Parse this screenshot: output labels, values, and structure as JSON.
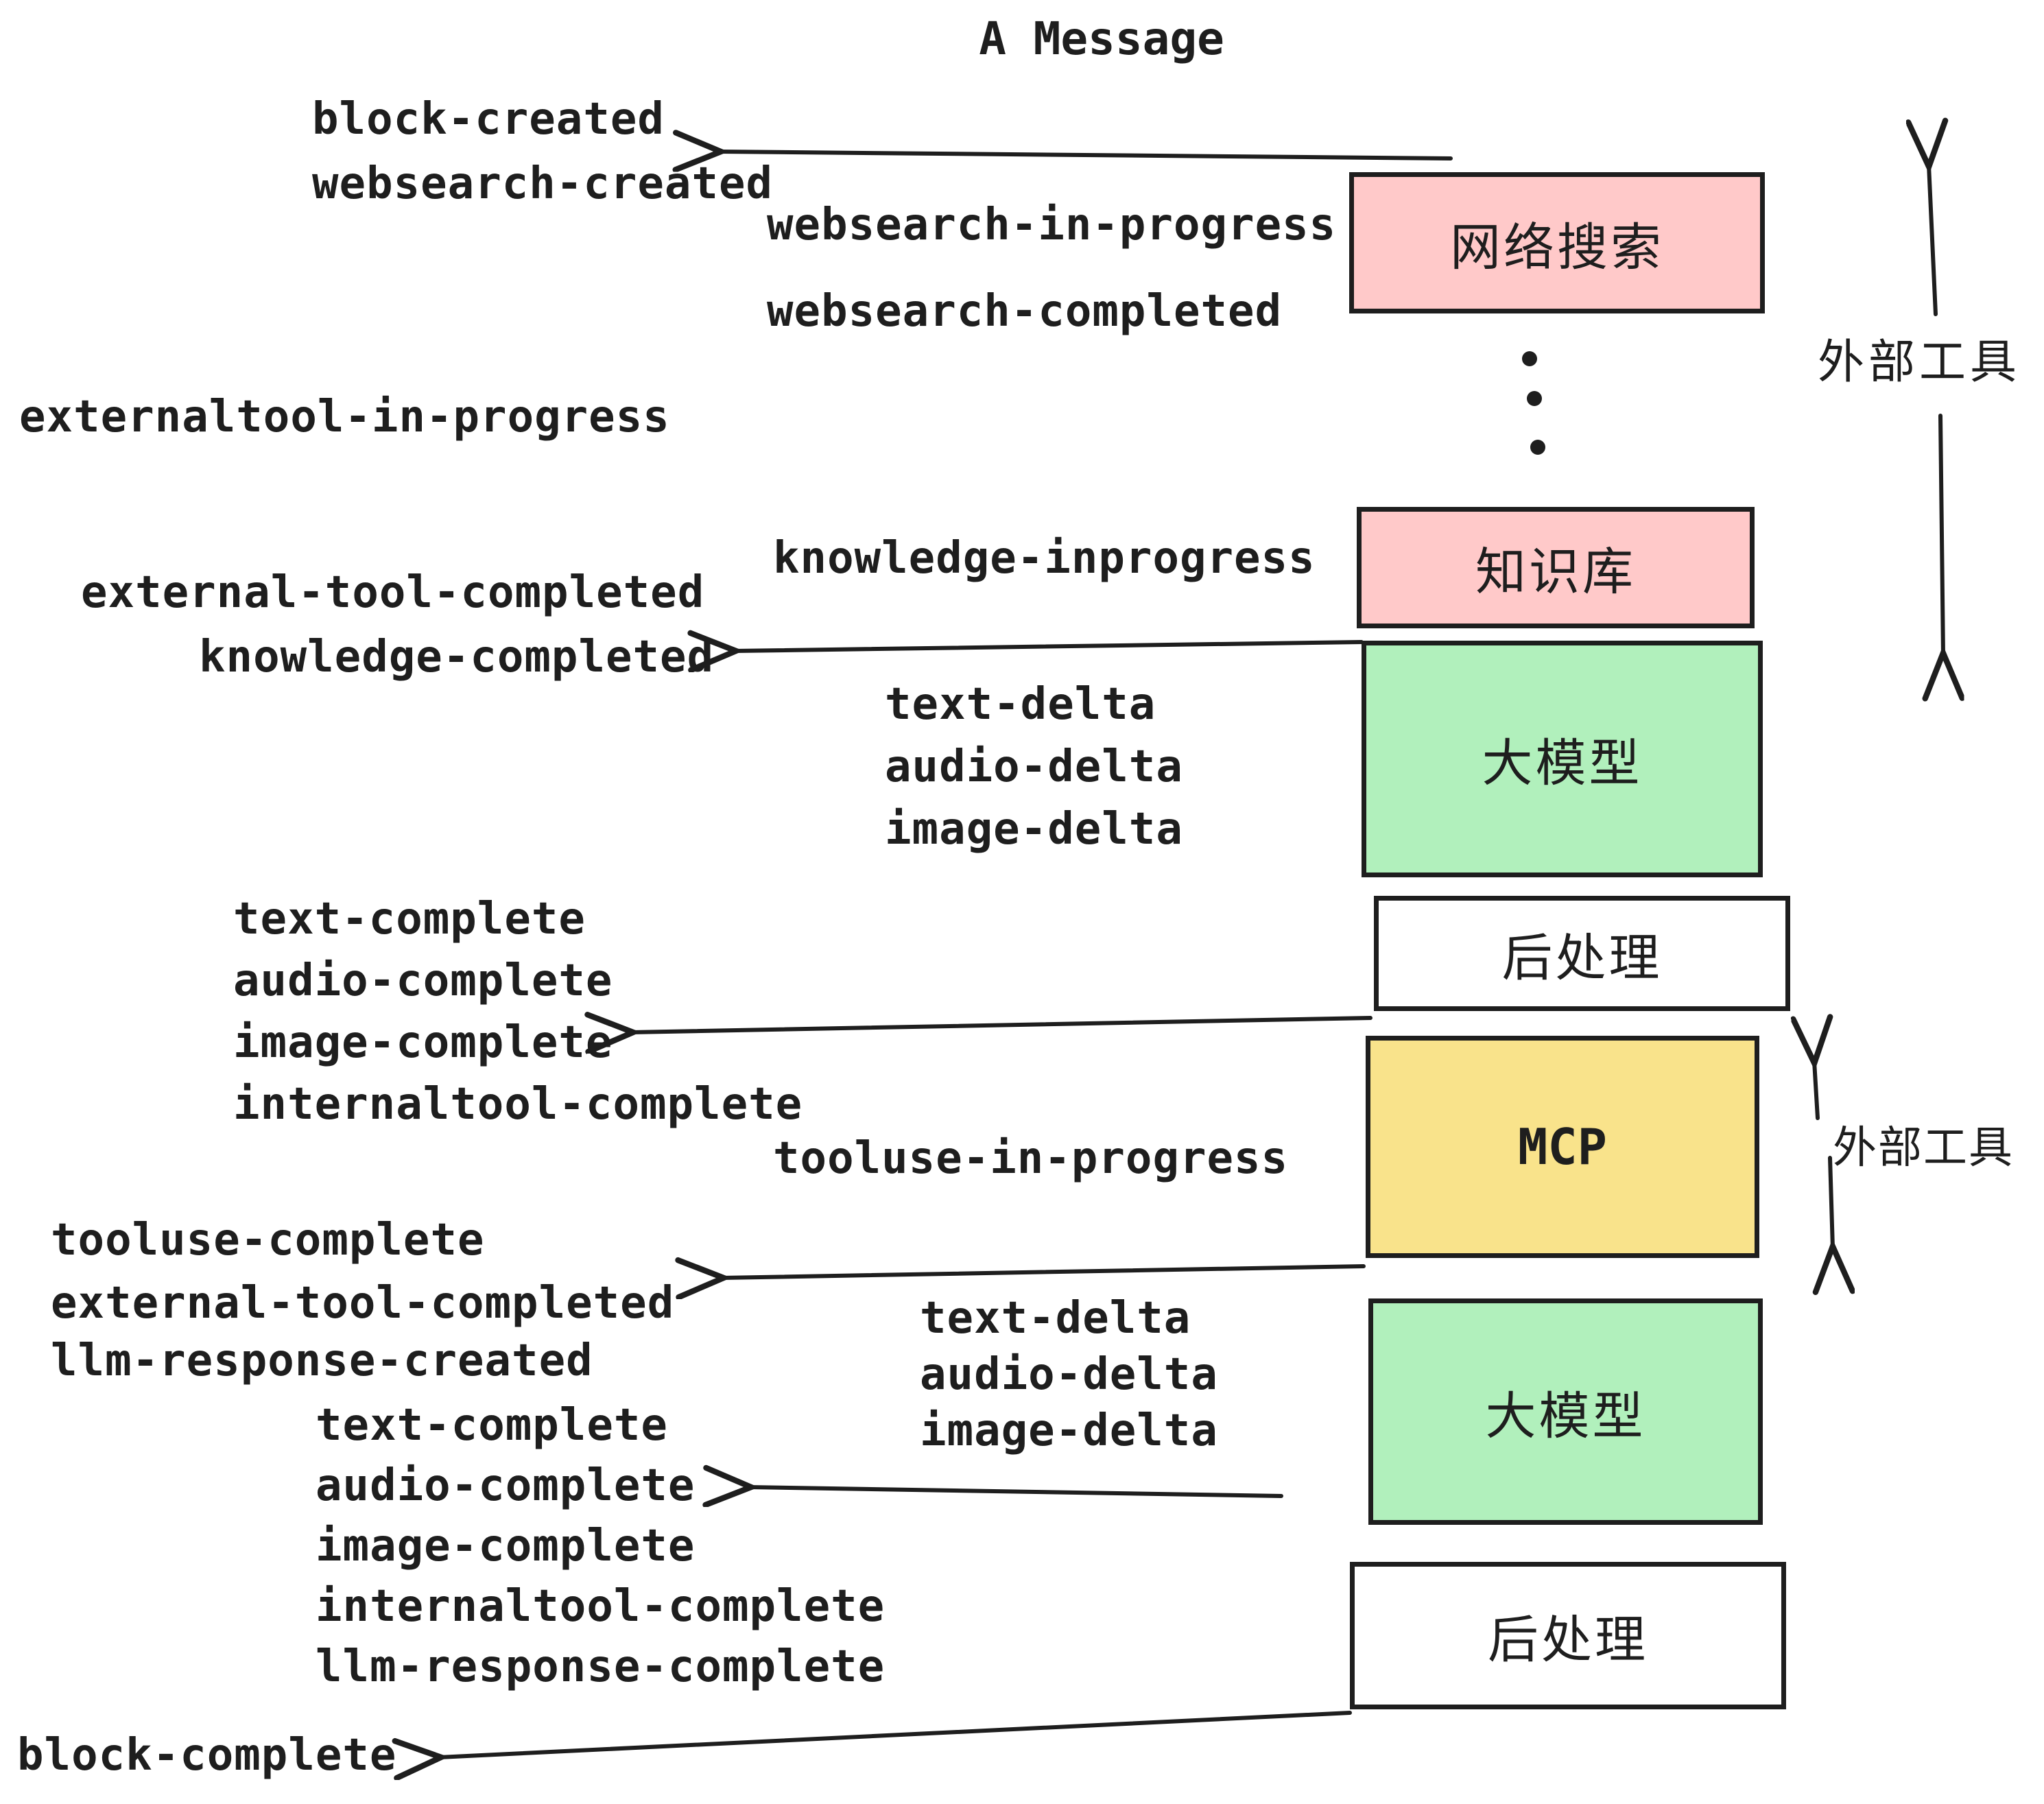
{
  "title": "A Message",
  "colors": {
    "box_pink": "#FFC9C9",
    "box_green": "#B1F0BC",
    "box_yellow": "#F9E38B",
    "box_white": "#FFFFFF",
    "ink": "#1E1E1E"
  },
  "boxes": {
    "websearch": {
      "label": "网络搜索"
    },
    "knowledge": {
      "label": "知识库"
    },
    "llm1": {
      "label": "大模型"
    },
    "post1": {
      "label": "后处理"
    },
    "mcp": {
      "label": "MCP"
    },
    "llm2": {
      "label": "大模型"
    },
    "post2": {
      "label": "后处理"
    }
  },
  "side_labels": {
    "external_tools_1": "外部工具",
    "external_tools_2": "外部工具"
  },
  "events": {
    "block_created": "block-created",
    "websearch_created": "websearch-created",
    "websearch_in_progress": "websearch-in-progress",
    "websearch_completed": "websearch-completed",
    "externaltool_in_progress": "externaltool-in-progress",
    "knowledge_inprogress": "knowledge-inprogress",
    "external_tool_completed": "external-tool-completed",
    "knowledge_completed": "knowledge-completed",
    "delta_set1": [
      "text-delta",
      "audio-delta",
      "image-delta"
    ],
    "complete_set1": [
      "text-complete",
      "audio-complete",
      "image-complete",
      "internaltool-complete"
    ],
    "tooluse_in_progress": "tooluse-in-progress",
    "tooluse_complete": "tooluse-complete",
    "external_tool_completed_2": "external-tool-completed",
    "llm_response_created": "llm-response-created",
    "complete_set2": [
      "text-complete",
      "audio-complete",
      "image-complete",
      "internaltool-complete",
      "llm-response-complete"
    ],
    "delta_set2": [
      "text-delta",
      "audio-delta",
      "image-delta"
    ],
    "block_complete": "block-complete"
  }
}
